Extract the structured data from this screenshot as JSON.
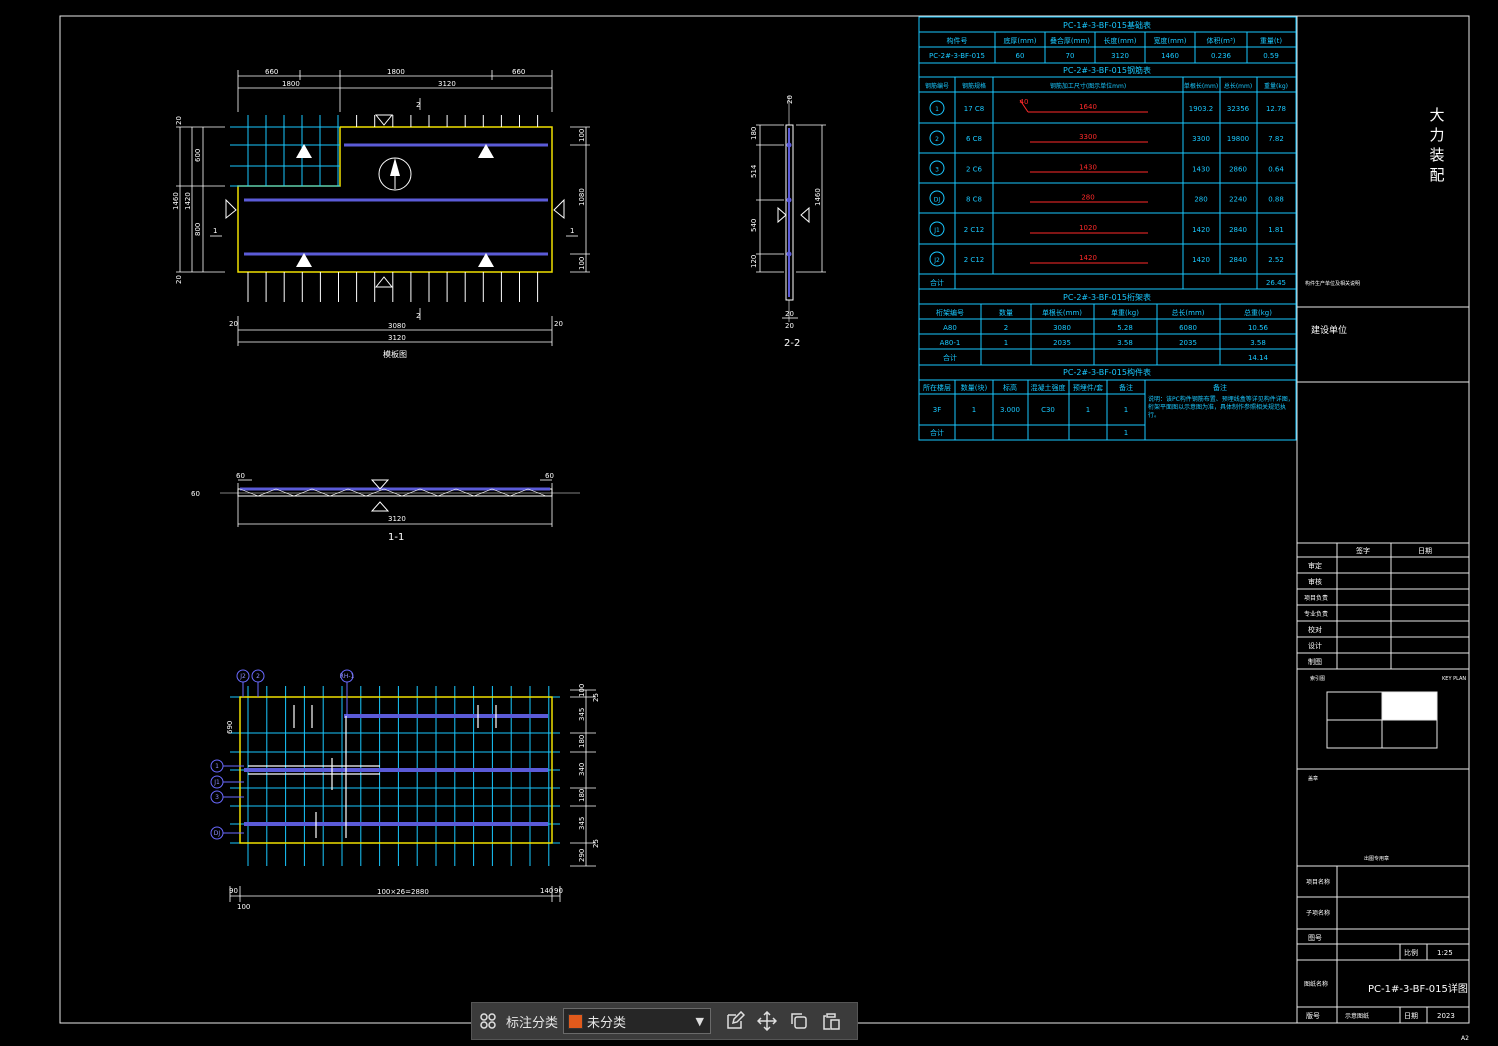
{
  "colors": {
    "cyan": "#19c8ff",
    "yellow": "#f0e000",
    "white": "#ffffff",
    "blue": "#5b5bd8",
    "red": "#ff2a2a",
    "frame": "#e8e8e8",
    "accent": "#e05a1c"
  },
  "plan": {
    "dims_top_upper": [
      "660",
      "1800",
      "660"
    ],
    "dims_top_lower": [
      "1800",
      "3120"
    ],
    "mark_2": "2",
    "dims_left": [
      "20",
      "600",
      "1420",
      "1460",
      "800",
      "20"
    ],
    "mark_1": "1",
    "dims_right": [
      "100",
      "1080",
      "100"
    ],
    "dims_bottom": [
      "20",
      "3080",
      "20",
      "3120"
    ],
    "caption": "模板图"
  },
  "section_1": {
    "dim_left": "60",
    "dim_right": "60",
    "dim_side": "60",
    "dim_width": "3120",
    "label": "1-1"
  },
  "section_2": {
    "dims_left": [
      "20",
      "180",
      "514",
      "540",
      "120"
    ],
    "dim_right": "1460",
    "dim_bottom": [
      "20",
      "20"
    ],
    "label": "2-2"
  },
  "rebar_plan": {
    "circle_labels": [
      "J2",
      "2",
      "RH-1",
      "1",
      "J1",
      "3",
      "DJ"
    ],
    "dims_right": [
      "100",
      "345",
      "180",
      "340",
      "180",
      "345",
      "290",
      "25",
      "25"
    ],
    "dim_left": "690",
    "dims_bottom": [
      "90",
      "100",
      "100×26=2880",
      "140",
      "90"
    ]
  },
  "table_info": {
    "title": "PC-1#-3-BF-015基础表",
    "headers": [
      "构件号",
      "底厚(mm)",
      "叠合厚(mm)",
      "长度(mm)",
      "宽度(mm)",
      "体积(m³)",
      "重量(t)"
    ],
    "row": [
      "PC-2#-3-BF-015",
      "60",
      "70",
      "3120",
      "1460",
      "0.236",
      "0.59"
    ]
  },
  "table_rebar": {
    "title": "PC-2#-3-BF-015钢筋表",
    "headers": [
      "钢筋编号",
      "钢筋规格",
      "钢筋加工尺寸(图示单位mm)",
      "单根长(mm)",
      "总长(mm)",
      "重量(kg)"
    ],
    "rows": [
      {
        "mark": "1",
        "spec": "17 C8",
        "shape": "1640",
        "len": "1903.2",
        "total": "32356",
        "weight": "12.78"
      },
      {
        "mark": "2",
        "spec": "6 C8",
        "shape": "3300",
        "len": "3300",
        "total": "19800",
        "weight": "7.82"
      },
      {
        "mark": "3",
        "spec": "2 C6",
        "shape": "1430",
        "len": "1430",
        "total": "2860",
        "weight": "0.64"
      },
      {
        "mark": "DJ",
        "spec": "8 C8",
        "shape": "280",
        "len": "280",
        "total": "2240",
        "weight": "0.88"
      },
      {
        "mark": "J1",
        "spec": "2 C12",
        "shape": "1020",
        "len": "1420",
        "total": "2840",
        "weight": "1.81"
      },
      {
        "mark": "J2",
        "spec": "2 C12",
        "shape": "1420",
        "len": "1420",
        "total": "2840",
        "weight": "2.52"
      }
    ],
    "bend_label": "40",
    "total_label": "合计",
    "total_value": "26.45"
  },
  "table_truss": {
    "title": "PC-2#-3-BF-015桁架表",
    "headers": [
      "桁架编号",
      "数量",
      "单根长(mm)",
      "单重(kg)",
      "总长(mm)",
      "总重(kg)"
    ],
    "rows": [
      [
        "A80",
        "2",
        "3080",
        "5.28",
        "6080",
        "10.56"
      ],
      [
        "A80-1",
        "1",
        "2035",
        "3.58",
        "2035",
        "3.58"
      ]
    ],
    "total_label": "合计",
    "total_value": "14.14"
  },
  "table_part": {
    "title": "PC-2#-3-BF-015构件表",
    "headers": [
      "所在楼层",
      "数量(块)",
      "标高",
      "混凝土强度",
      "预埋件/套",
      "备注",
      "备注"
    ],
    "row": [
      "3F",
      "1",
      "3.000",
      "C30",
      "1",
      "1"
    ],
    "note": "说明：该PC构件钢筋布置、预埋线盒等详见构件详图，桁架平面图以示意图为准，具体制作参照相关规范执行。",
    "total_label": "合计",
    "total_value": "1"
  },
  "title_block": {
    "company": "大力装配",
    "small_caption": "构件生产单位及相关说明",
    "build_unit": "建设单位",
    "sign_headers": [
      "签字",
      "日期"
    ],
    "roles": [
      "审定",
      "审核",
      "项目负责",
      "专业负责",
      "校对",
      "设计",
      "制图"
    ],
    "key_plan": "KEY PLAN",
    "key_label": "索引图",
    "stamp_label": "盖章",
    "stamp_caption": "出图专用章",
    "project_rows": [
      "项目名称",
      "子项名称"
    ],
    "drawing_no_label": "图号",
    "scale_label": "比例",
    "scale": "1:25",
    "drawing_name_label": "图纸名称",
    "drawing_name": "PC-1#-3-BF-015详图",
    "version_label": "版号",
    "version_value": "示意图纸",
    "date_label": "日期",
    "date": "2023",
    "sheet_size": "A2"
  },
  "toolbar": {
    "label": "标注分类",
    "selected": "未分类",
    "selected_color": "#e05a1c"
  }
}
